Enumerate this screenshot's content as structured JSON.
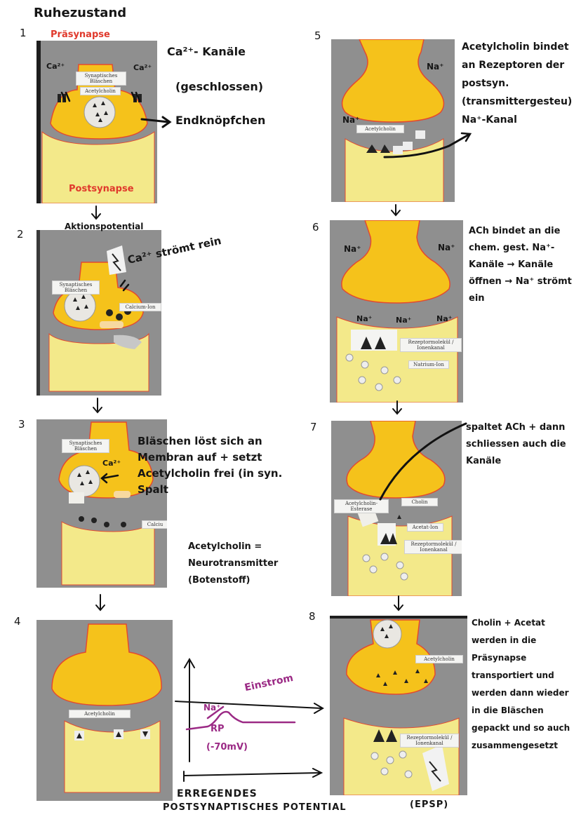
{
  "title": "Ruhezustand",
  "steps": [
    {
      "num": "1",
      "labels": [
        "Synaptisches Bläschen",
        "Acetylcholin"
      ]
    },
    {
      "num": "2",
      "labels": [
        "Synaptisches Bläschen",
        "Calcium-Ion"
      ]
    },
    {
      "num": "3",
      "labels": [
        "Synaptisches Bläschen",
        "Calciu"
      ]
    },
    {
      "num": "4",
      "labels": [
        "Acetylcholin"
      ]
    },
    {
      "num": "5",
      "labels": [
        "Acetylcholin"
      ]
    },
    {
      "num": "6",
      "labels": [
        "Rezeptormolekül / Ionenkanal",
        "Natrium-Ion"
      ]
    },
    {
      "num": "7",
      "labels": [
        "Acetylcholin-Esterase",
        "Cholin",
        "Acetat-Ion",
        "Rezeptormolekül / Ionenkanal"
      ]
    },
    {
      "num": "8",
      "labels": [
        "Acetylcholin",
        "Rezeptormolekül / Ionenkanal"
      ]
    }
  ],
  "annotations": {
    "s1_presynapse": "Präsynapse",
    "s1_postsynapse": "Postsynapse",
    "s1_ca_left": "Ca²⁺",
    "s1_ca_right": "Ca²⁺",
    "s1_channels": "Ca²⁺- Kanäle",
    "s1_closed": "(geschlossen)",
    "s1_terminal": "Endknöpfchen",
    "s2_ap": "Aktionspotential",
    "s2_ca_flow": "Ca²⁺ strömt rein",
    "s3_note": "Bläschen löst sich an Membran auf + setzt Acetylcholin frei (in syn. Spalt",
    "s3_ca": "Ca²⁺",
    "s3_def": "Acetylcholin = Neurotransmitter (Botenstoff)",
    "s5_na": "Na⁺",
    "s5_na2": "Na⁺",
    "s5_note": "Acetylcholin bindet an Rezeptoren der postsyn. (transmittergesteu) Na⁺-Kanal",
    "s6_na_l": "Na⁺",
    "s6_na_r": "Na⁺",
    "s6_na_b1": "Na⁺",
    "s6_na_b2": "Na⁺",
    "s6_na_b3": "Na⁺",
    "s6_note": "ACh bindet an die chem. gest. Na⁺-Kanäle → Kanäle öffnen → Na⁺ strömt ein",
    "s7_note": "spaltet ACh + dann schliessen auch die Kanäle",
    "s8_note": "Cholin + Acetat werden in die Präsynapse transportiert und werden dann wieder in die Bläschen gepackt und so auch zusammengesetzt",
    "graph_influx": "Einstrom",
    "graph_na": "Na⁺",
    "graph_rp": "RP",
    "graph_mv": "(-70mV)",
    "epsp_line1": "ERREGENDES",
    "epsp_line2": "POSTSYNAPTISCHES POTENTIAL",
    "epsp_abbr": "(EPSP)"
  },
  "colors": {
    "knob": "#f5c21b",
    "knob_outline": "#e34a2f",
    "post": "#f3e98a",
    "board": "#8f8f8f",
    "purple": "#9b2a85",
    "red": "#e0392c"
  }
}
